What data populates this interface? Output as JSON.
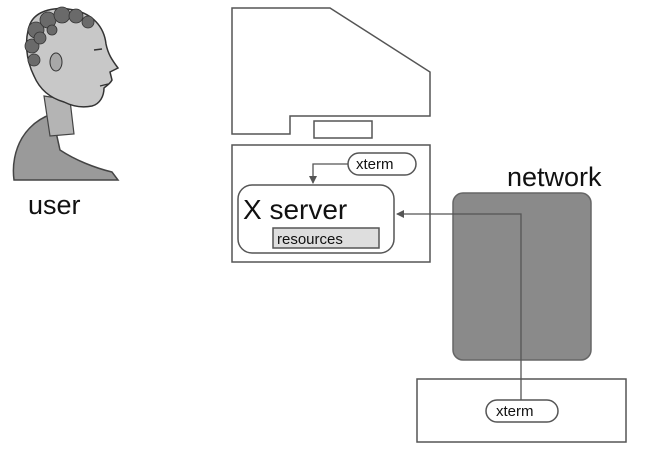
{
  "labels": {
    "user": "user",
    "network": "network",
    "x_server": "X server",
    "resources": "resources",
    "xterm_local": "xterm",
    "xterm_remote": "xterm"
  },
  "colors": {
    "stroke": "#555555",
    "network_fill": "#8a8a8a",
    "network_stroke": "#666666",
    "arrow": "#555555"
  },
  "icons": {
    "user": "classical-bust-head-icon"
  }
}
